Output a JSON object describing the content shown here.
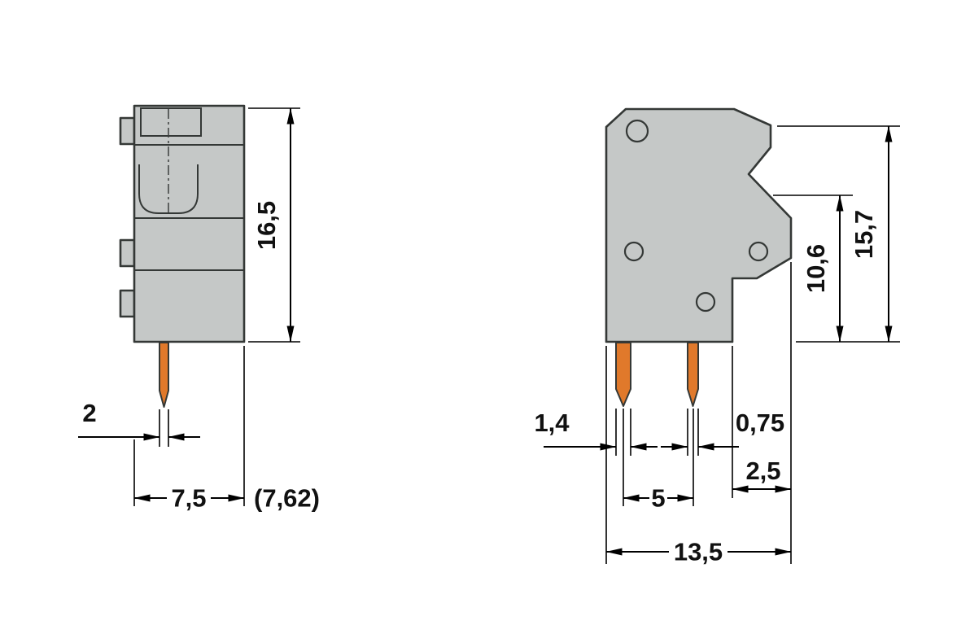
{
  "drawing": {
    "kind": "terminal-block-dimension-drawing",
    "front_view": {
      "height": "16,5",
      "pin_width": "2",
      "width": "7,5",
      "width_alt": "(7,62)"
    },
    "side_view": {
      "overall_height": "15,7",
      "step_height": "10,6",
      "pin_left_width": "1,4",
      "pin_right_width": "0,75",
      "edge_distance": "2,5",
      "pin_spacing": "5",
      "overall_width": "13,5"
    },
    "colors": {
      "body_fill": "#c5c8c7",
      "pin_fill": "#e0792b",
      "outline": "#343836"
    }
  }
}
